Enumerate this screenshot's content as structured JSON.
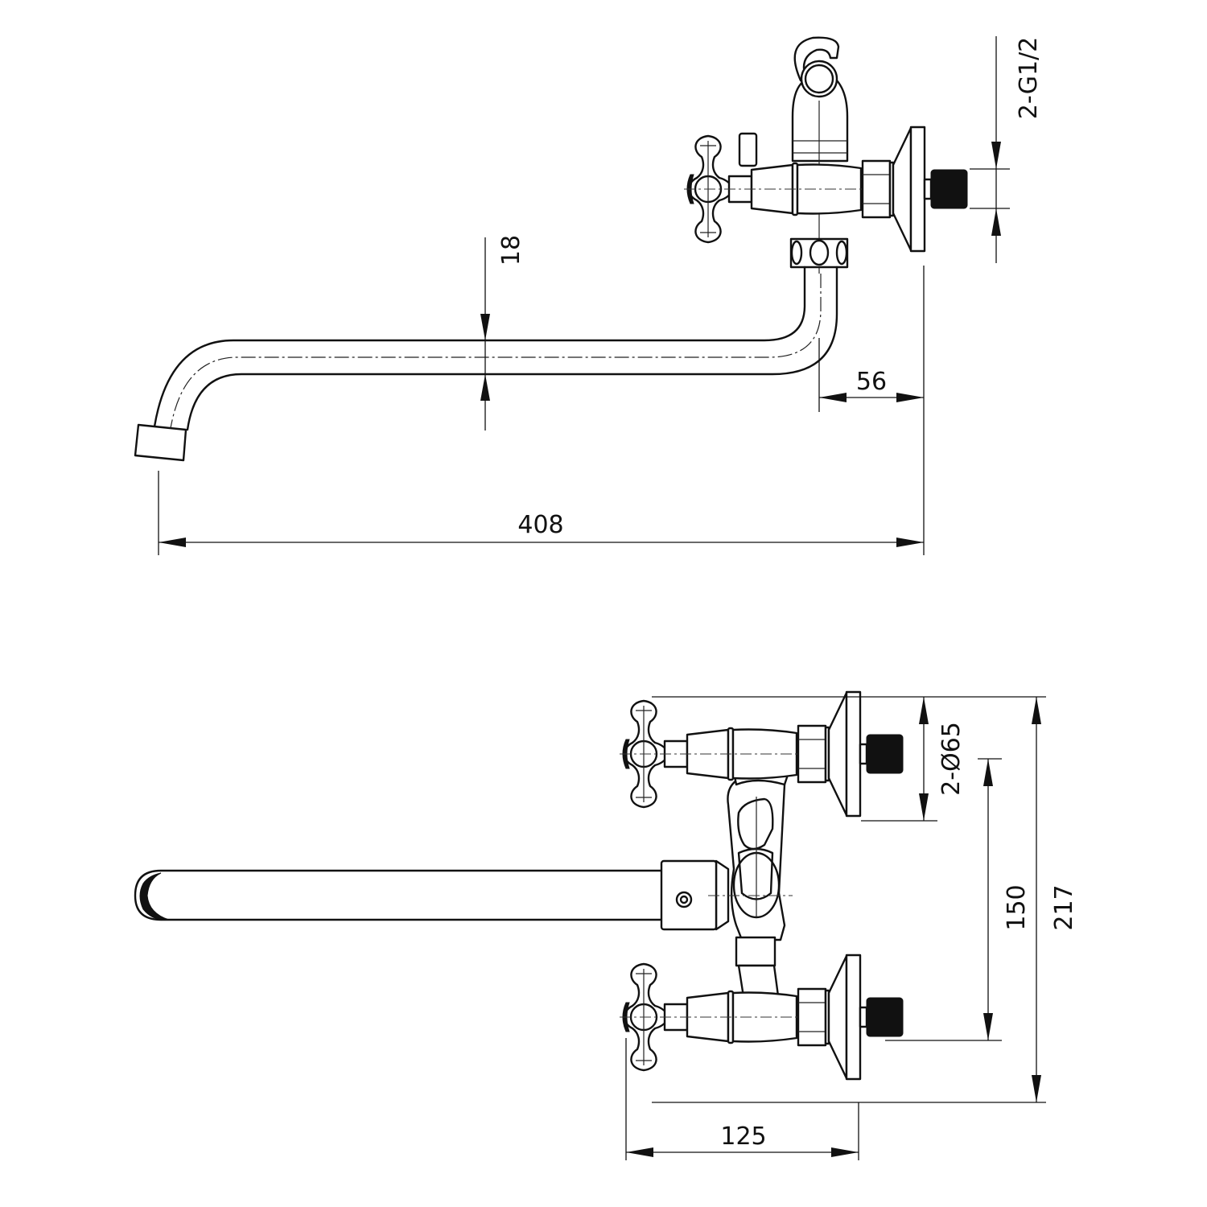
{
  "title": "Bath mixer technical drawing",
  "colors": {
    "line": "#111111",
    "background": "#ffffff"
  },
  "side_view": {
    "dimensions": {
      "spout_diameter": "18",
      "wall_to_outlet": "56",
      "spout_reach": "408",
      "connection_thread": "2-G1/2"
    }
  },
  "front_view": {
    "dimensions": {
      "flange_diameter": "2-Ø65",
      "center_distance": "150",
      "overall_height": "217",
      "projection": "125"
    }
  }
}
